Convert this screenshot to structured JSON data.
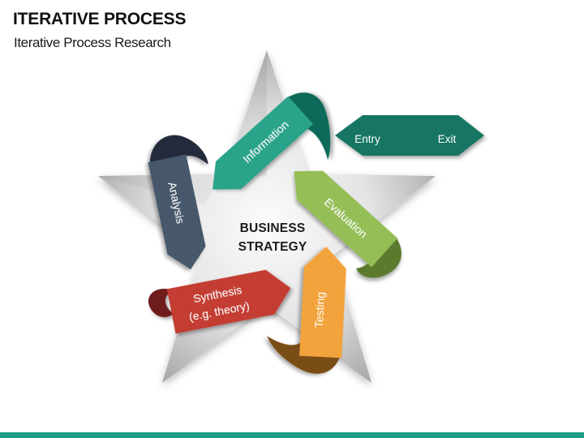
{
  "slide": {
    "title": "ITERATIVE PROCESS",
    "subtitle": "Iterative Process Research",
    "accent_bar_color": "#1E9E86"
  },
  "diagram": {
    "center_label": {
      "line1": "BUSINESS",
      "line2": "STRATEGY"
    },
    "star": {
      "center_color": "#FCFCFC",
      "mid_color": "#E4E4E4",
      "edge_color": "#A8A8A8"
    },
    "entry_exit": {
      "entry_label": "Entry",
      "exit_label": "Exit",
      "fill": "#177664"
    },
    "ribbons": [
      {
        "id": "information",
        "label": "Information",
        "fill": "#2AA38B",
        "curl_fill": "#0D6B5A"
      },
      {
        "id": "evaluation",
        "label": "Evaluation",
        "fill": "#95BE56",
        "curl_fill": "#5C7A2F"
      },
      {
        "id": "analysis",
        "label": "Analysis",
        "fill": "#46586C",
        "curl_fill": "#202C3B"
      },
      {
        "id": "synthesis",
        "label": "Synthesis",
        "label_line2": "(e.g. theory)",
        "fill": "#C43C32",
        "curl_fill": "#6E1D1C"
      },
      {
        "id": "testing",
        "label": "Testing",
        "fill": "#F3A33B",
        "curl_fill": "#7A4E12"
      }
    ]
  }
}
